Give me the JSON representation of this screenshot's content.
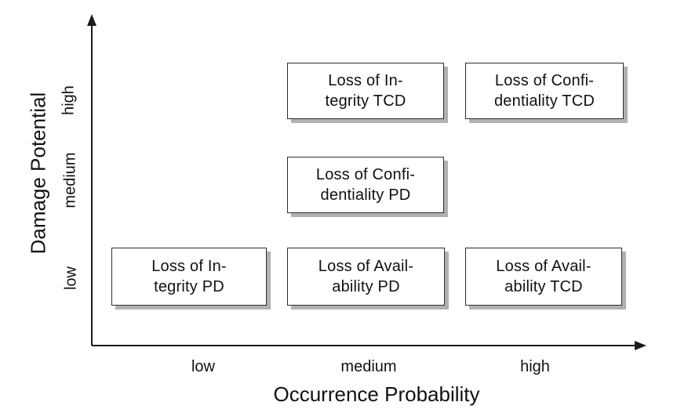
{
  "figure": {
    "x_axis": {
      "label": "Occurrence Probability",
      "ticks": [
        "low",
        "medium",
        "high"
      ]
    },
    "y_axis": {
      "label": "Damage Potential",
      "ticks": [
        "low",
        "medium",
        "high"
      ]
    }
  },
  "boxes": [
    {
      "id": "loss-of-integrity-tcd",
      "text": "Loss of In-\ntegrity TCD",
      "x": "medium",
      "y": "high"
    },
    {
      "id": "loss-of-confidentiality-tcd",
      "text": "Loss of Confi-\ndentiality TCD",
      "x": "high",
      "y": "high"
    },
    {
      "id": "loss-of-confidentiality-pd",
      "text": "Loss of Confi-\ndentiality PD",
      "x": "medium",
      "y": "medium"
    },
    {
      "id": "loss-of-integrity-pd",
      "text": "Loss of In-\ntegrity PD",
      "x": "low",
      "y": "low"
    },
    {
      "id": "loss-of-availability-pd",
      "text": "Loss of Avail-\nability PD",
      "x": "medium",
      "y": "low"
    },
    {
      "id": "loss-of-availability-tcd",
      "text": "Loss of Avail-\nability TCD",
      "x": "high",
      "y": "low"
    }
  ],
  "colors": {
    "background": "#ffffff",
    "text": "#111111",
    "axis": "#1a1a1a",
    "box_border": "#2d2d2d",
    "box_shadow": "#b1b1b1"
  },
  "chart_data": {
    "type": "scatter",
    "title": "",
    "xlabel": "Occurrence Probability",
    "ylabel": "Damage Potential",
    "x_ticks": [
      "low",
      "medium",
      "high"
    ],
    "y_ticks": [
      "low",
      "medium",
      "high"
    ],
    "grid": false,
    "legend": false,
    "points": [
      {
        "label": "Loss of Integrity TCD",
        "x": "medium",
        "y": "high"
      },
      {
        "label": "Loss of Confidentiality TCD",
        "x": "high",
        "y": "high"
      },
      {
        "label": "Loss of Confidentiality PD",
        "x": "medium",
        "y": "medium"
      },
      {
        "label": "Loss of Integrity PD",
        "x": "low",
        "y": "low"
      },
      {
        "label": "Loss of Availability PD",
        "x": "medium",
        "y": "low"
      },
      {
        "label": "Loss of Availability TCD",
        "x": "high",
        "y": "low"
      }
    ]
  }
}
